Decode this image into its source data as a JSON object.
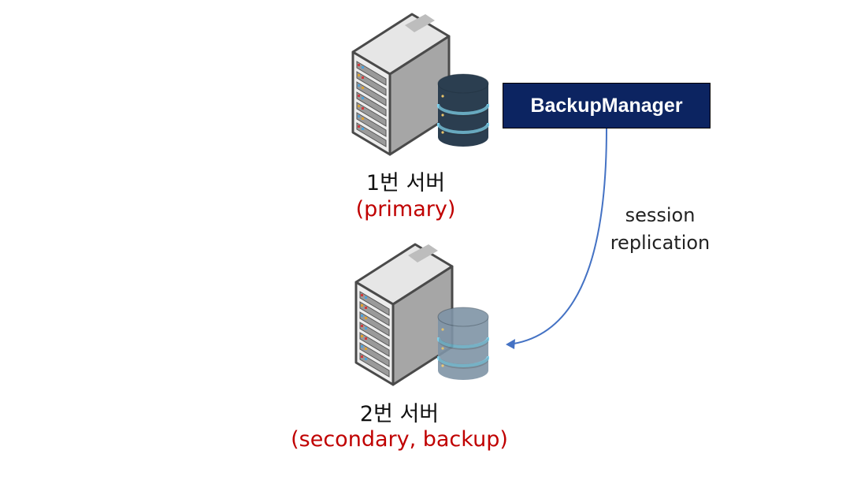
{
  "nodes": {
    "primary": {
      "name": "1번 서버",
      "role": "(primary)"
    },
    "backup": {
      "name": "2번 서버",
      "role": "(secondary, backup)"
    }
  },
  "manager": {
    "label": "BackupManager"
  },
  "edge": {
    "line1": "session",
    "line2": "replication"
  },
  "colors": {
    "manager_fill": "#0c2461",
    "role_text": "#c00000",
    "arrow": "#4472c4",
    "db_primary": "#2b3e50",
    "db_backup": "#7f94a6",
    "db_ring": "#7dd3f0"
  },
  "icons": [
    "server-tower-icon",
    "database-icon"
  ]
}
